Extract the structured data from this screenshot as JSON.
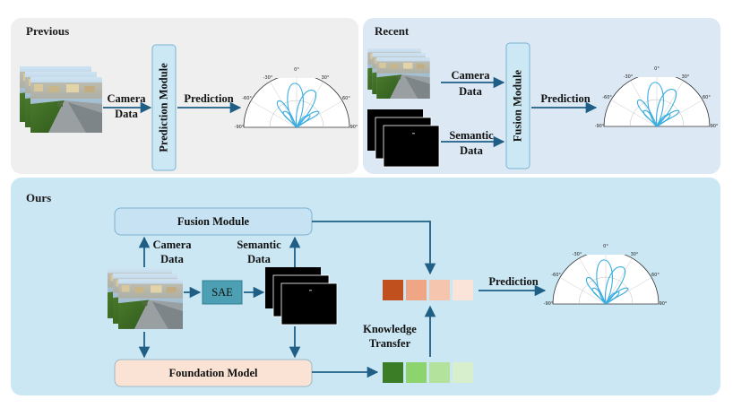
{
  "panels": {
    "previous": {
      "title": "Previous",
      "bg": "#efefef"
    },
    "recent": {
      "title": "Recent",
      "bg": "#dce8f4"
    },
    "ours": {
      "title": "Ours",
      "bg": "#cce7f4"
    }
  },
  "previous": {
    "camera_label_1": "Camera",
    "camera_label_2": "Data",
    "module": "Prediction Module",
    "prediction": "Prediction"
  },
  "recent": {
    "camera_label_1": "Camera",
    "camera_label_2": "Data",
    "semantic_label_1": "Semantic",
    "semantic_label_2": "Data",
    "module": "Fusion Module",
    "prediction": "Prediction"
  },
  "ours": {
    "fusion_module": "Fusion Module",
    "foundation_model": "Foundation Model",
    "camera_label_1": "Camera",
    "camera_label_2": "Data",
    "semantic_label_1": "Semantic",
    "semantic_label_2": "Data",
    "sae": "SAE",
    "knowledge_1": "Knowledge",
    "knowledge_2": "Transfer",
    "prediction": "Prediction",
    "orange_tokens": [
      "#c0501e",
      "#f0a584",
      "#f5c5ae",
      "#fae3d8"
    ],
    "green_tokens": [
      "#3a7d26",
      "#8ed46e",
      "#b2e29c",
      "#d8efcd"
    ]
  },
  "polar": {
    "ticks": [
      "-90°",
      "-60°",
      "-30°",
      "0°",
      "30°",
      "60°",
      "90°"
    ]
  },
  "colors": {
    "arrow": "#1f5f86",
    "module_fill": "#cce8f5",
    "module_stroke": "#7bb3d3",
    "beam": "#3aaee0"
  }
}
